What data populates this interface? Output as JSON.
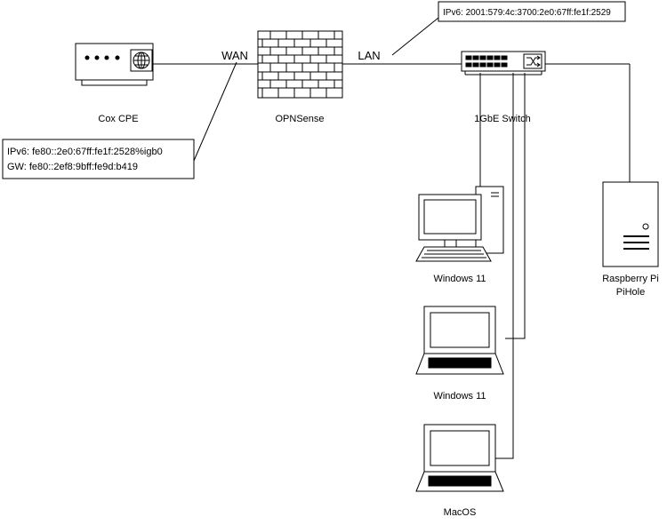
{
  "nodes": {
    "cpe": {
      "label": "Cox CPE"
    },
    "firewall": {
      "label": "OPNSense"
    },
    "switch": {
      "label": "1GbE Switch"
    },
    "desktop": {
      "label": "Windows 11"
    },
    "laptop1": {
      "label": "Windows 11"
    },
    "laptop2": {
      "label": "MacOS"
    },
    "server": {
      "label_line1": "Raspberry Pi",
      "label_line2": "PiHole"
    }
  },
  "links": {
    "wan_label": "WAN",
    "lan_label": "LAN"
  },
  "callouts": {
    "wan": {
      "line1": "IPv6: fe80::2e0:67ff:fe1f:2528%igb0",
      "line2": "GW: fe80::2ef8:9bff:fe9d:b419"
    },
    "lan": {
      "line1": "IPv6: 2001:579:4c:3700:2e0:67ff:fe1f:2529"
    }
  },
  "colors": {
    "stroke": "#000000",
    "background": "#ffffff",
    "screen": "#ffffff"
  }
}
